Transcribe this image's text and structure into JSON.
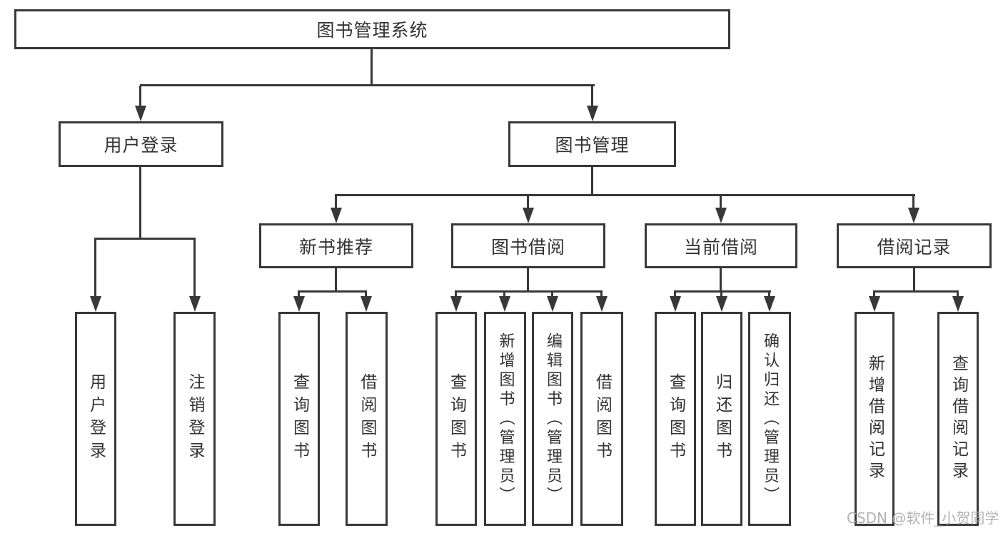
{
  "tree": {
    "root": {
      "label": "图书管理系统",
      "children": [
        {
          "label": "用户登录",
          "children": [
            {
              "label": "用户登录"
            },
            {
              "label": "注销登录"
            }
          ]
        },
        {
          "label": "图书管理",
          "children": [
            {
              "label": "新书推荐",
              "children": [
                {
                  "label": "查询图书"
                },
                {
                  "label": "借阅图书"
                }
              ]
            },
            {
              "label": "图书借阅",
              "children": [
                {
                  "label": "查询图书"
                },
                {
                  "label": "新增图书（管理员）"
                },
                {
                  "label": "编辑图书（管理员）"
                },
                {
                  "label": "借阅图书"
                }
              ]
            },
            {
              "label": "当前借阅",
              "children": [
                {
                  "label": "查询图书"
                },
                {
                  "label": "归还图书"
                },
                {
                  "label": "确认归还（管理员）"
                }
              ]
            },
            {
              "label": "借阅记录",
              "children": [
                {
                  "label": "新增借阅记录"
                },
                {
                  "label": "查询借阅记录"
                }
              ]
            }
          ]
        }
      ]
    }
  },
  "watermark": {
    "text": "CSDN @软件_小贺同学"
  },
  "colors": {
    "line": "#383838",
    "text": "#333333",
    "watermark": "#ababab",
    "bg": "#ffffff"
  }
}
